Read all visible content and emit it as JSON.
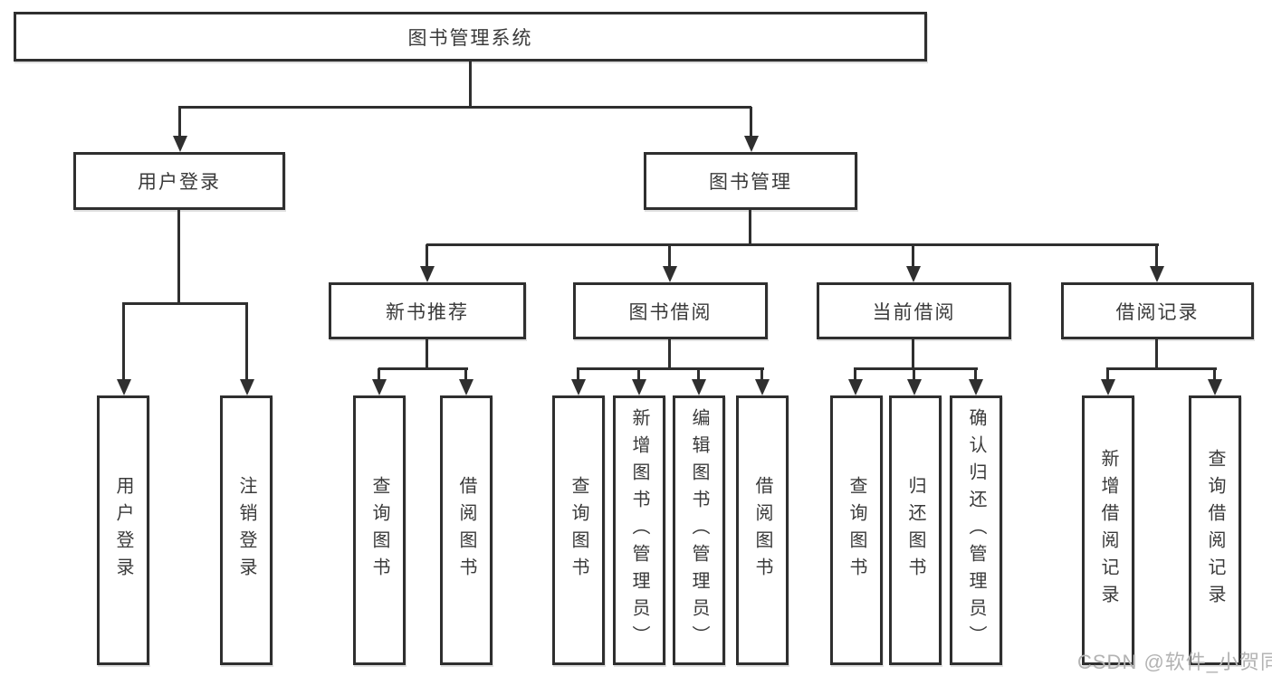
{
  "diagram": {
    "watermark": "CSDN @软件_小贺同学",
    "colors": {
      "line": "#2f2f2f",
      "text": "#3a3a3a",
      "background": "#ffffff",
      "watermark": "#b3b3b3"
    },
    "tree": {
      "label": "图书管理系统",
      "children": [
        {
          "label": "用户登录",
          "children": [
            {
              "label": "用户登录"
            },
            {
              "label": "注销登录"
            }
          ]
        },
        {
          "label": "图书管理",
          "children": [
            {
              "label": "新书推荐",
              "children": [
                {
                  "label": "查询图书"
                },
                {
                  "label": "借阅图书"
                }
              ]
            },
            {
              "label": "图书借阅",
              "children": [
                {
                  "label": "查询图书"
                },
                {
                  "label": "新增图书（管理员）"
                },
                {
                  "label": "编辑图书（管理员）"
                },
                {
                  "label": "借阅图书"
                }
              ]
            },
            {
              "label": "当前借阅",
              "children": [
                {
                  "label": "查询图书"
                },
                {
                  "label": "归还图书"
                },
                {
                  "label": "确认归还（管理员）"
                }
              ]
            },
            {
              "label": "借阅记录",
              "children": [
                {
                  "label": "新增借阅记录"
                },
                {
                  "label": "查询借阅记录"
                }
              ]
            }
          ]
        }
      ]
    }
  }
}
